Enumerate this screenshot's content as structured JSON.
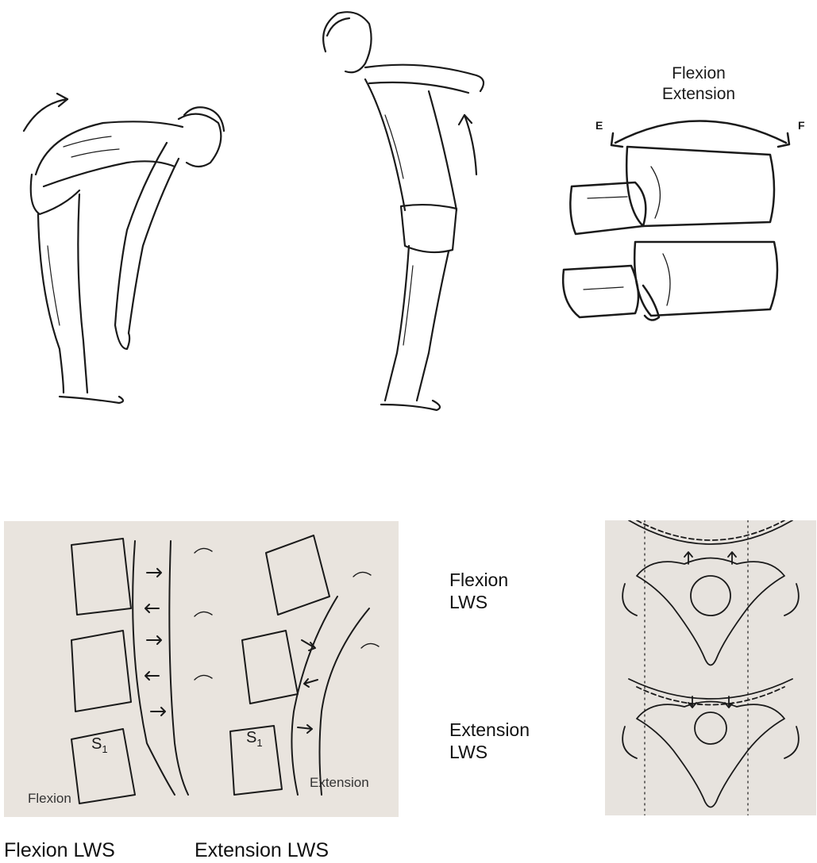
{
  "top_row": {
    "rom_diagram": {
      "title_line1": "Flexion",
      "title_line2": "Extension",
      "left_letter": "E",
      "right_letter": "F"
    }
  },
  "bottom_row": {
    "sagittal_panel": {
      "flexion_s1": "S",
      "flexion_s1_sub": "1",
      "extension_s1": "S",
      "extension_s1_sub": "1",
      "flexion_caption": "Flexion",
      "extension_caption": "Extension"
    },
    "side_labels": {
      "flexion_line1": "Flexion",
      "flexion_line2": "LWS",
      "extension_line1": "Extension",
      "extension_line2": "LWS"
    },
    "captions": {
      "left": "Flexion LWS",
      "right": "Extension LWS"
    }
  },
  "colors": {
    "ink": "#1a1a1a",
    "photo_background": "#e9e4de"
  }
}
